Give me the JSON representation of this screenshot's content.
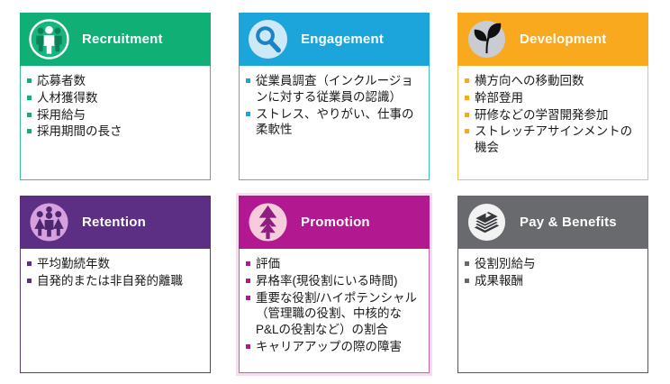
{
  "cards": [
    {
      "title": "Recruitment",
      "icon": "people-icon",
      "colors": {
        "header": "#10AF76",
        "border": "#3CBE8E"
      },
      "items": [
        "応募者数",
        "人材獲得数",
        "採用給与",
        "採用期間の長さ"
      ]
    },
    {
      "title": "Engagement",
      "icon": "magnifier-icon",
      "colors": {
        "header": "#1BA5DB",
        "border": "#45B5E2"
      },
      "items": [
        "従業員調査（インクルージョンに対する従業員の認識）",
        "ストレス、やりがい、仕事の柔軟性"
      ]
    },
    {
      "title": "Development",
      "icon": "seedling-icon",
      "colors": {
        "header": "#F9A91D",
        "border": "#FBBC49"
      },
      "items": [
        "横方向への移動回数",
        "幹部登用",
        "研修などの学習開発参加",
        "ストレッチアサインメントの機会"
      ]
    },
    {
      "title": "Retention",
      "icon": "people-group-icon",
      "colors": {
        "header": "#5C2E84",
        "border": "#5F3A79"
      },
      "items": [
        "平均勤続年数",
        "自発的または非自発的離職"
      ]
    },
    {
      "title": "Promotion",
      "icon": "up-arrow-icon",
      "colors": {
        "header": "#B2188F",
        "border": "#C763B4",
        "halo": "#F8DDF1"
      },
      "items": [
        "評価",
        "昇格率(現役割にいる時間)",
        "重要な役割/ハイポテンシャル（管理職の役割、中核的なP&Lの役割など）の割合",
        "キャリアアップの際の障害"
      ]
    },
    {
      "title": "Pay & Benefits",
      "icon": "money-icon",
      "colors": {
        "header": "#696A6D",
        "border": "#55565A"
      },
      "items": [
        "役割別給与",
        "成果報酬"
      ]
    }
  ]
}
